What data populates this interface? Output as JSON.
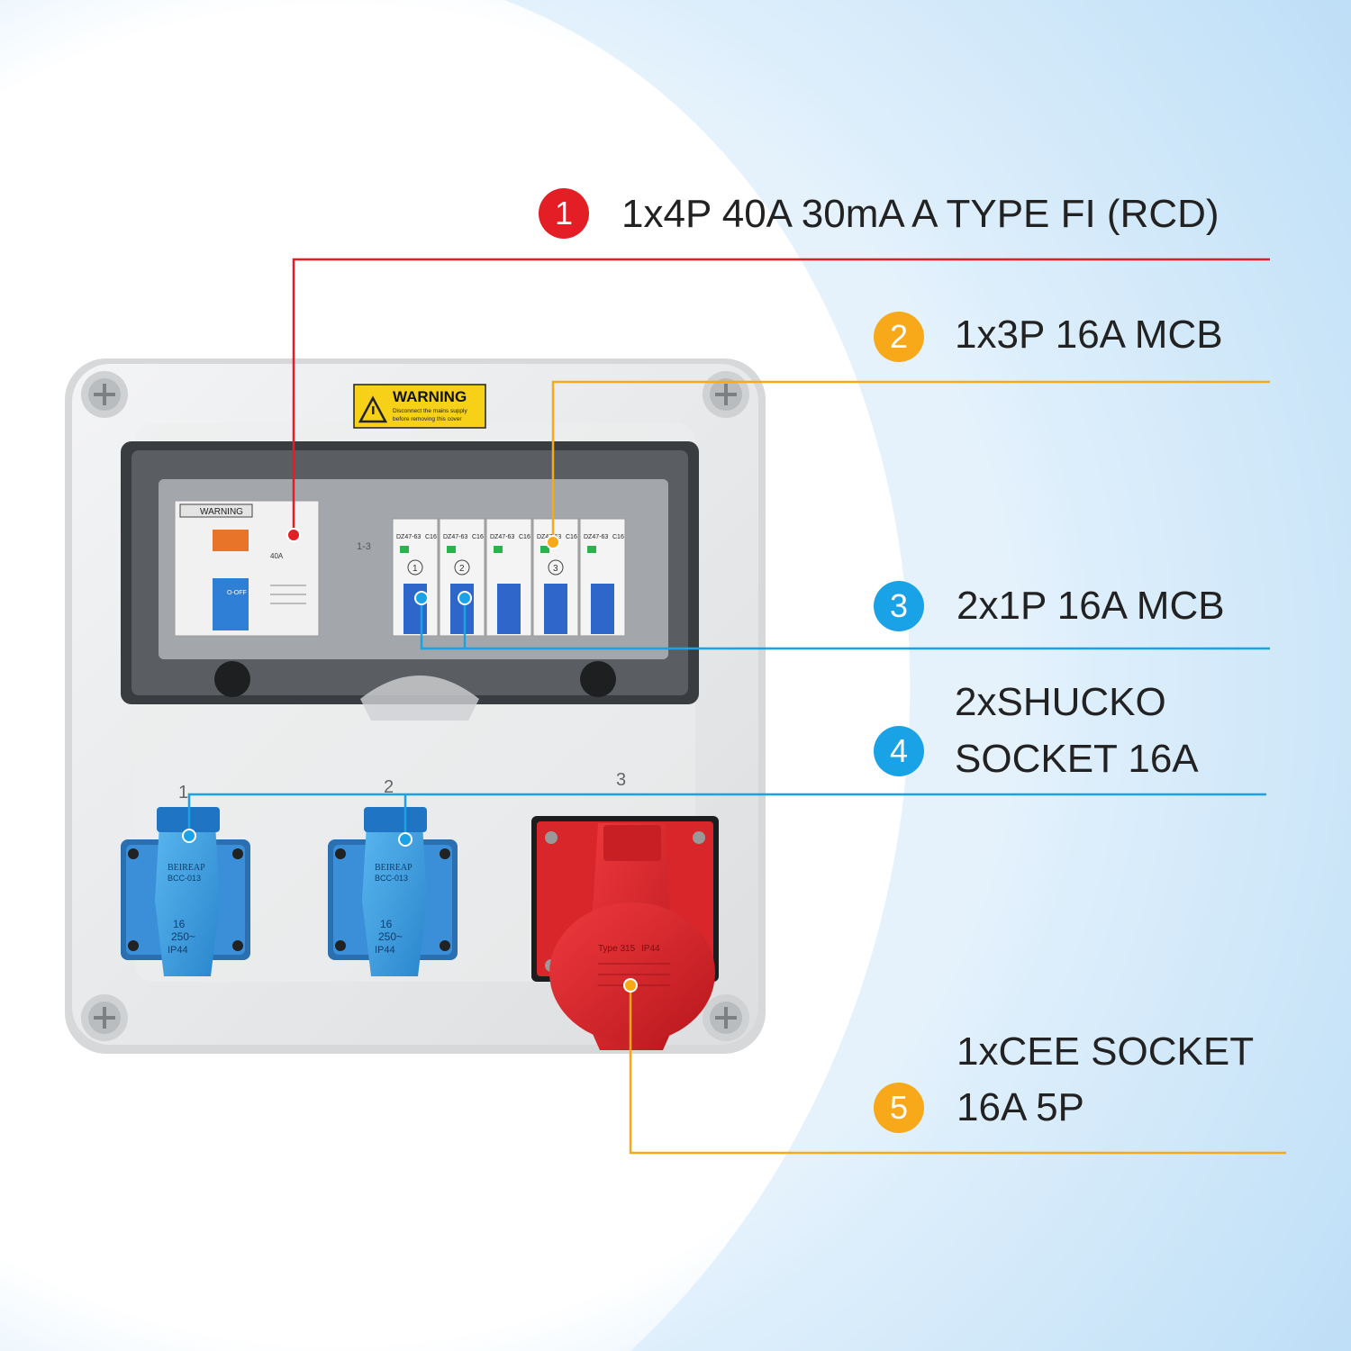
{
  "colors": {
    "red": "#e31e24",
    "orange": "#f7a91a",
    "blue": "#1aa2e6",
    "background_blue": "#bfe0f7",
    "enclosure": "#e8e9ea",
    "panel_dark": "#3a3d40",
    "shucko_blue": "#2f9be0",
    "cee_red": "#d9262b",
    "warning_yellow": "#f7d117"
  },
  "callouts": [
    {
      "number": "1",
      "text": "1x4P 40A 30mA A TYPE FI (RCD)",
      "color": "#e31e24"
    },
    {
      "number": "2",
      "text": "1x3P 16A MCB",
      "color": "#f7a91a"
    },
    {
      "number": "3",
      "text": "2x1P 16A MCB",
      "color": "#1aa2e6"
    },
    {
      "number": "4",
      "line1": "2xSHUCKO",
      "line2": "SOCKET 16A",
      "color": "#1aa2e6"
    },
    {
      "number": "5",
      "line1": "1xCEE SOCKET",
      "line2": "16A 5P",
      "color": "#f7a91a"
    }
  ],
  "product": {
    "warning_label": "WARNING",
    "warning_sub1": "Disconnect the mains supply",
    "warning_sub2": "before removing this cover",
    "socket_numbers": [
      "1",
      "2",
      "3"
    ],
    "rcd_warning": "WARNING",
    "rcd_rating": "40A",
    "rcd_switch": "O-OFF",
    "mcb_model": "DZ47-63",
    "mcb_rating": "C16",
    "mcb_circle_labels": [
      "1",
      "2",
      "3"
    ],
    "group_label": "1-3",
    "shucko_brand": "BEIREAP",
    "shucko_model": "BCC-013",
    "shucko_rating": "16",
    "shucko_voltage": "250~",
    "shucko_ip": "IP44",
    "cee_type": "Type 315",
    "cee_ip": "IP44"
  }
}
